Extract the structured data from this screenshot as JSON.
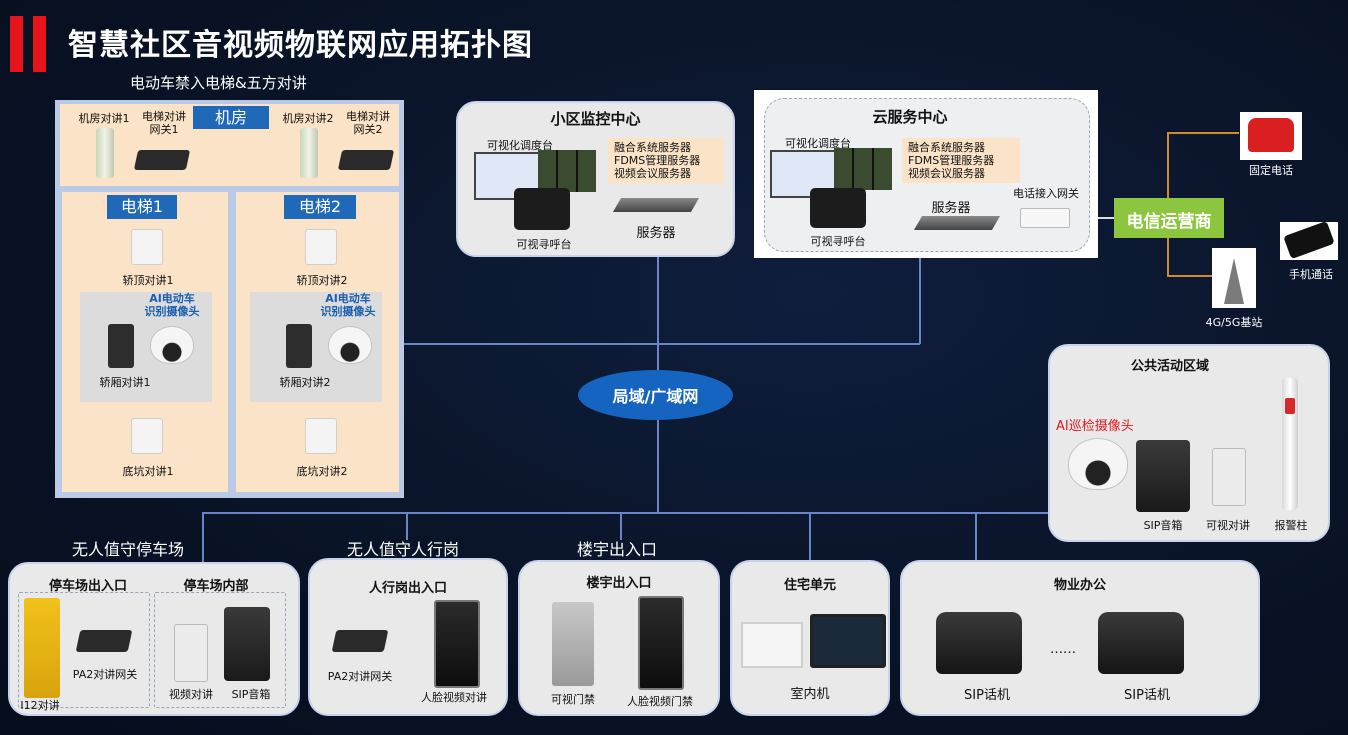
{
  "title": "智慧社区音视频物联网应用拓扑图",
  "elevator_section": {
    "heading": "电动车禁入电梯&五方对讲",
    "machine_room": "机房",
    "mr_intercom_1": "机房对讲1",
    "mr_gateway_1": "电梯对讲\n网关1",
    "mr_intercom_2": "机房对讲2",
    "mr_gateway_2": "电梯对讲\n网关2",
    "elevator_1": "电梯1",
    "elevator_2": "电梯2",
    "car_top_1": "轿顶对讲1",
    "car_top_2": "轿顶对讲2",
    "ai_camera_1": "AI电动车\n识别摄像头",
    "ai_camera_2": "AI电动车\n识别摄像头",
    "car_intercom_1": "轿厢对讲1",
    "car_intercom_2": "轿厢对讲2",
    "pit_1": "底坑对讲1",
    "pit_2": "底坑对讲2"
  },
  "monitor_center": {
    "title": "小区监控中心",
    "console": "可视化调度台",
    "servers_list": [
      "融合系统服务器",
      "FDMS管理服务器",
      "视频会议服务器"
    ],
    "server": "服务器",
    "paging": "可视寻呼台"
  },
  "cloud_center": {
    "title": "云服务中心",
    "console": "可视化调度台",
    "servers_list": [
      "融合系统服务器",
      "FDMS管理服务器",
      "视频会议服务器"
    ],
    "server": "服务器",
    "paging": "可视寻呼台",
    "phone_gateway": "电话接入网关"
  },
  "telecom": {
    "label": "电信运营商",
    "fixed_phone": "固定电话",
    "mobile": "手机通话",
    "base_station": "4G/5G基站"
  },
  "network": {
    "label": "局域/广域网"
  },
  "public_area": {
    "title": "公共活动区域",
    "ai_patrol": "AI巡检摄像头",
    "sip_speaker": "SIP音箱",
    "video_intercom": "可视对讲",
    "alarm_pillar": "报警柱"
  },
  "bottom": {
    "parking_label": "无人值守停车场",
    "sentry_label": "无人值守人行岗",
    "building_label": "楼宇出入口",
    "parking_entry": "停车场出入口",
    "parking_inner": "停车场内部",
    "i12": "I12对讲",
    "pa2_gateway": "PA2对讲网关",
    "video_intercom": "视频对讲",
    "sip_speaker": "SIP音箱",
    "sentry_entry": "人行岗出入口",
    "pa2_gateway_2": "PA2对讲网关",
    "face_intercom": "人脸视频对讲",
    "building_entry": "楼宇出入口",
    "visual_door": "可视门禁",
    "face_door": "人脸视频门禁",
    "residence": "住宅单元",
    "indoor": "室内机",
    "property": "物业办公",
    "sip_phone_1": "SIP话机",
    "dots": "……",
    "sip_phone_2": "SIP话机"
  },
  "colors": {
    "background": "#0a1428",
    "accent_red": "#e8141c",
    "tag_blue": "#1f69b8",
    "network_blue": "#1565c0",
    "telecom_green": "#8cc63f",
    "beige": "#fbe3c7"
  }
}
